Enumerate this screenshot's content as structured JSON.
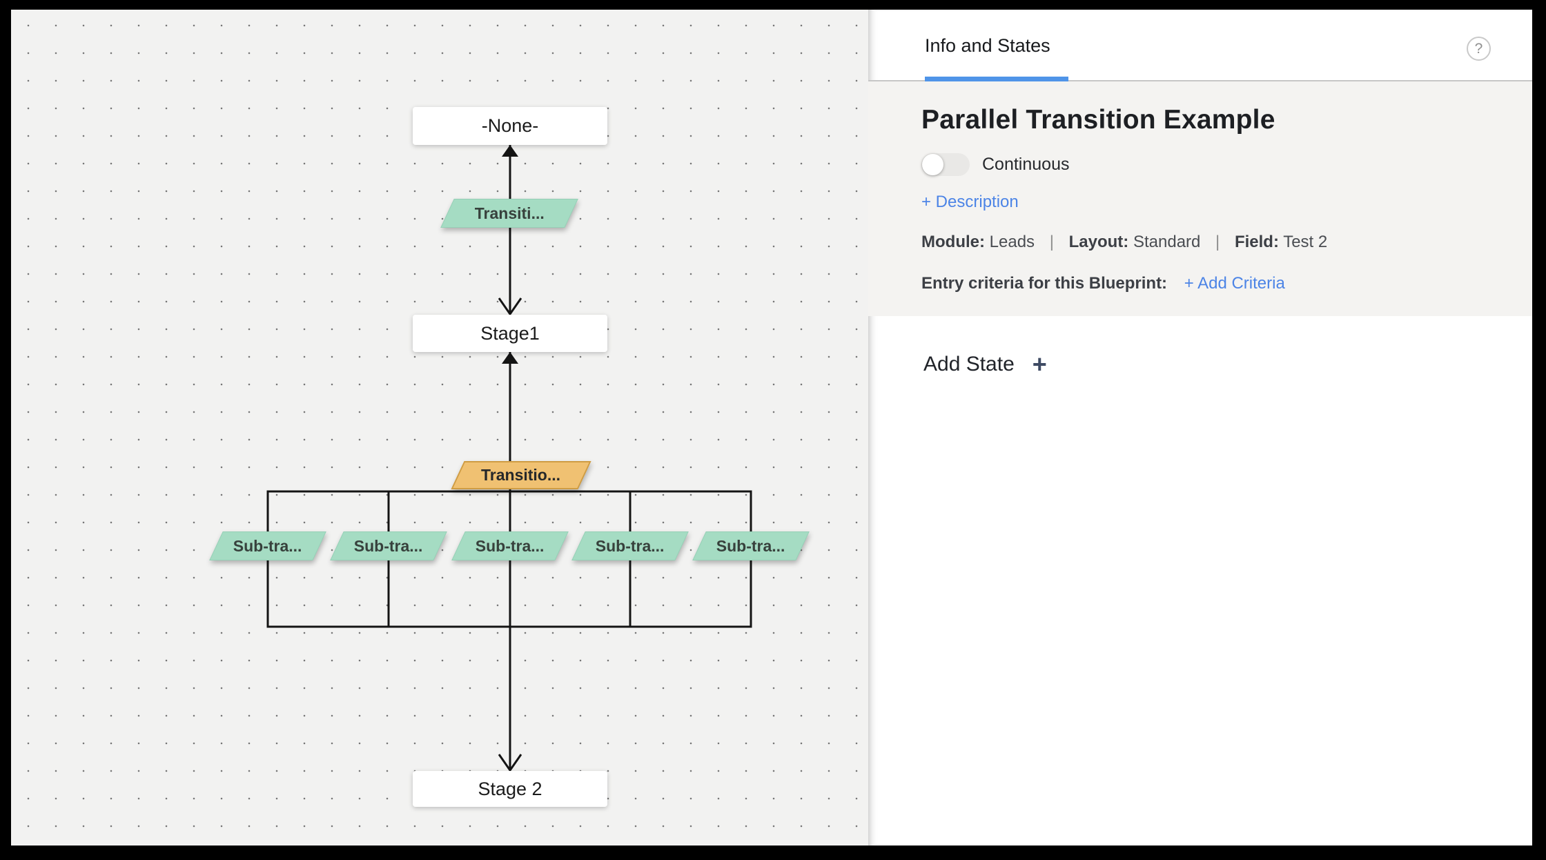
{
  "canvas": {
    "nodes": [
      {
        "label": "-None-"
      },
      {
        "label": "Stage1"
      },
      {
        "label": "Stage 2"
      }
    ],
    "transitions": [
      {
        "label": "Transiti...",
        "type": "green"
      },
      {
        "label": "Transitio...",
        "type": "orange"
      }
    ],
    "sub_transitions": [
      {
        "label": "Sub-tra..."
      },
      {
        "label": "Sub-tra..."
      },
      {
        "label": "Sub-tra..."
      },
      {
        "label": "Sub-tra..."
      },
      {
        "label": "Sub-tra..."
      }
    ]
  },
  "panel": {
    "tab": "Info and States",
    "help_icon": "?",
    "title": "Parallel Transition Example",
    "toggle_label": "Continuous",
    "description_link": "+ Description",
    "meta": {
      "module_label": "Module:",
      "module_value": "Leads",
      "layout_label": "Layout:",
      "layout_value": "Standard",
      "field_label": "Field:",
      "field_value": "Test 2",
      "separator": "|"
    },
    "entry_label": "Entry criteria for this Blueprint:",
    "add_criteria_link": "+ Add Criteria",
    "add_state_label": "Add State",
    "add_state_plus": "+"
  },
  "colors": {
    "accent_blue": "#4f94e8",
    "link_blue": "#4c84e6",
    "transition_green": "#a5dcc3",
    "transition_orange": "#f0c172",
    "canvas_bg": "#f2f2f1",
    "info_section_bg": "#f4f3f1"
  }
}
